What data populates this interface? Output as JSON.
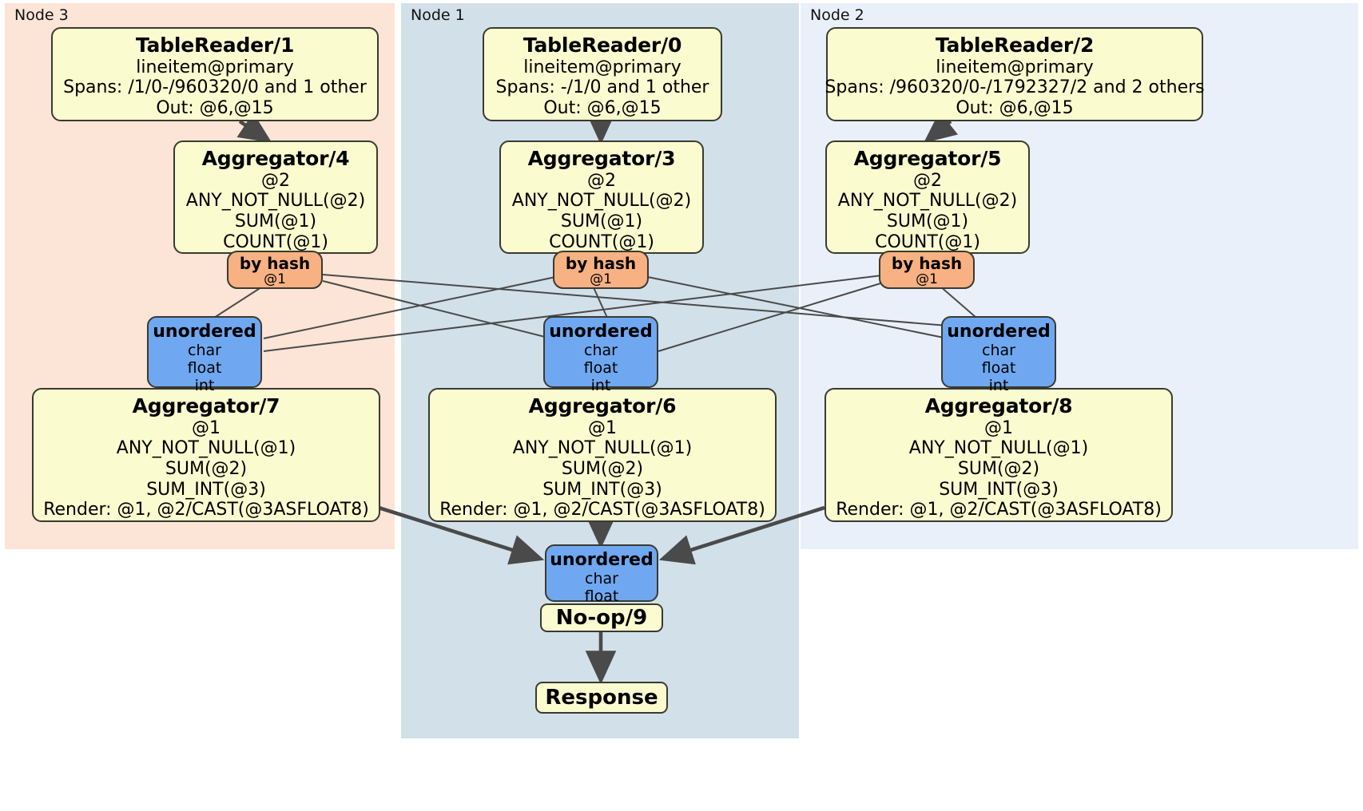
{
  "diagram": {
    "kind": "distributed-query-plan",
    "colors": {
      "node3_bg": "#fce4d6",
      "node1_bg": "#d2e0ea",
      "node2_bg": "#eaf0fa",
      "processor_fill": "#fbfbd0",
      "router_fill": "#f7b183",
      "synchronizer_fill": "#6fa8f0",
      "stroke": "#3a3a30",
      "edge": "#4a4a4a"
    }
  },
  "nodes": [
    {
      "id": "node3",
      "label": "Node 3"
    },
    {
      "id": "node1",
      "label": "Node 1"
    },
    {
      "id": "node2",
      "label": "Node 2"
    }
  ],
  "processors": {
    "tablereader1": {
      "title": "TableReader/1",
      "lines": [
        "lineitem@primary",
        "Spans: /1/0-/960320/0 and 1 other",
        "Out: @6,@15"
      ]
    },
    "tablereader0": {
      "title": "TableReader/0",
      "lines": [
        "lineitem@primary",
        "Spans: -/1/0 and 1 other",
        "Out: @6,@15"
      ]
    },
    "tablereader2": {
      "title": "TableReader/2",
      "lines": [
        "lineitem@primary",
        "Spans: /960320/0-/1792327/2 and 2 others",
        "Out: @6,@15"
      ]
    },
    "aggregator4": {
      "title": "Aggregator/4",
      "lines": [
        "@2",
        "ANY_NOT_NULL(@2)",
        "SUM(@1)",
        "COUNT(@1)"
      ]
    },
    "aggregator3": {
      "title": "Aggregator/3",
      "lines": [
        "@2",
        "ANY_NOT_NULL(@2)",
        "SUM(@1)",
        "COUNT(@1)"
      ]
    },
    "aggregator5": {
      "title": "Aggregator/5",
      "lines": [
        "@2",
        "ANY_NOT_NULL(@2)",
        "SUM(@1)",
        "COUNT(@1)"
      ]
    },
    "aggregator7": {
      "title": "Aggregator/7",
      "lines": [
        "@1",
        "ANY_NOT_NULL(@1)",
        "SUM(@2)",
        "SUM_INT(@3)",
        "Render: @1, @2/CAST(@3ASFLOAT8)"
      ]
    },
    "aggregator6": {
      "title": "Aggregator/6",
      "lines": [
        "@1",
        "ANY_NOT_NULL(@1)",
        "SUM(@2)",
        "SUM_INT(@3)",
        "Render: @1, @2/CAST(@3ASFLOAT8)"
      ]
    },
    "aggregator8": {
      "title": "Aggregator/8",
      "lines": [
        "@1",
        "ANY_NOT_NULL(@1)",
        "SUM(@2)",
        "SUM_INT(@3)",
        "Render: @1, @2/CAST(@3ASFLOAT8)"
      ]
    },
    "noop9": {
      "title": "No-op/9"
    },
    "response": {
      "title": "Response"
    }
  },
  "routers": {
    "byhash_node3": {
      "title": "by hash",
      "lines": [
        "@1"
      ]
    },
    "byhash_node1": {
      "title": "by hash",
      "lines": [
        "@1"
      ]
    },
    "byhash_node2": {
      "title": "by hash",
      "lines": [
        "@1"
      ]
    }
  },
  "synchronizers": {
    "unordered_node3": {
      "title": "unordered",
      "lines": [
        "char",
        "float",
        "int"
      ]
    },
    "unordered_node1": {
      "title": "unordered",
      "lines": [
        "char",
        "float",
        "int"
      ]
    },
    "unordered_node2": {
      "title": "unordered",
      "lines": [
        "char",
        "float",
        "int"
      ]
    },
    "unordered_final": {
      "title": "unordered",
      "lines": [
        "char",
        "float"
      ]
    }
  }
}
